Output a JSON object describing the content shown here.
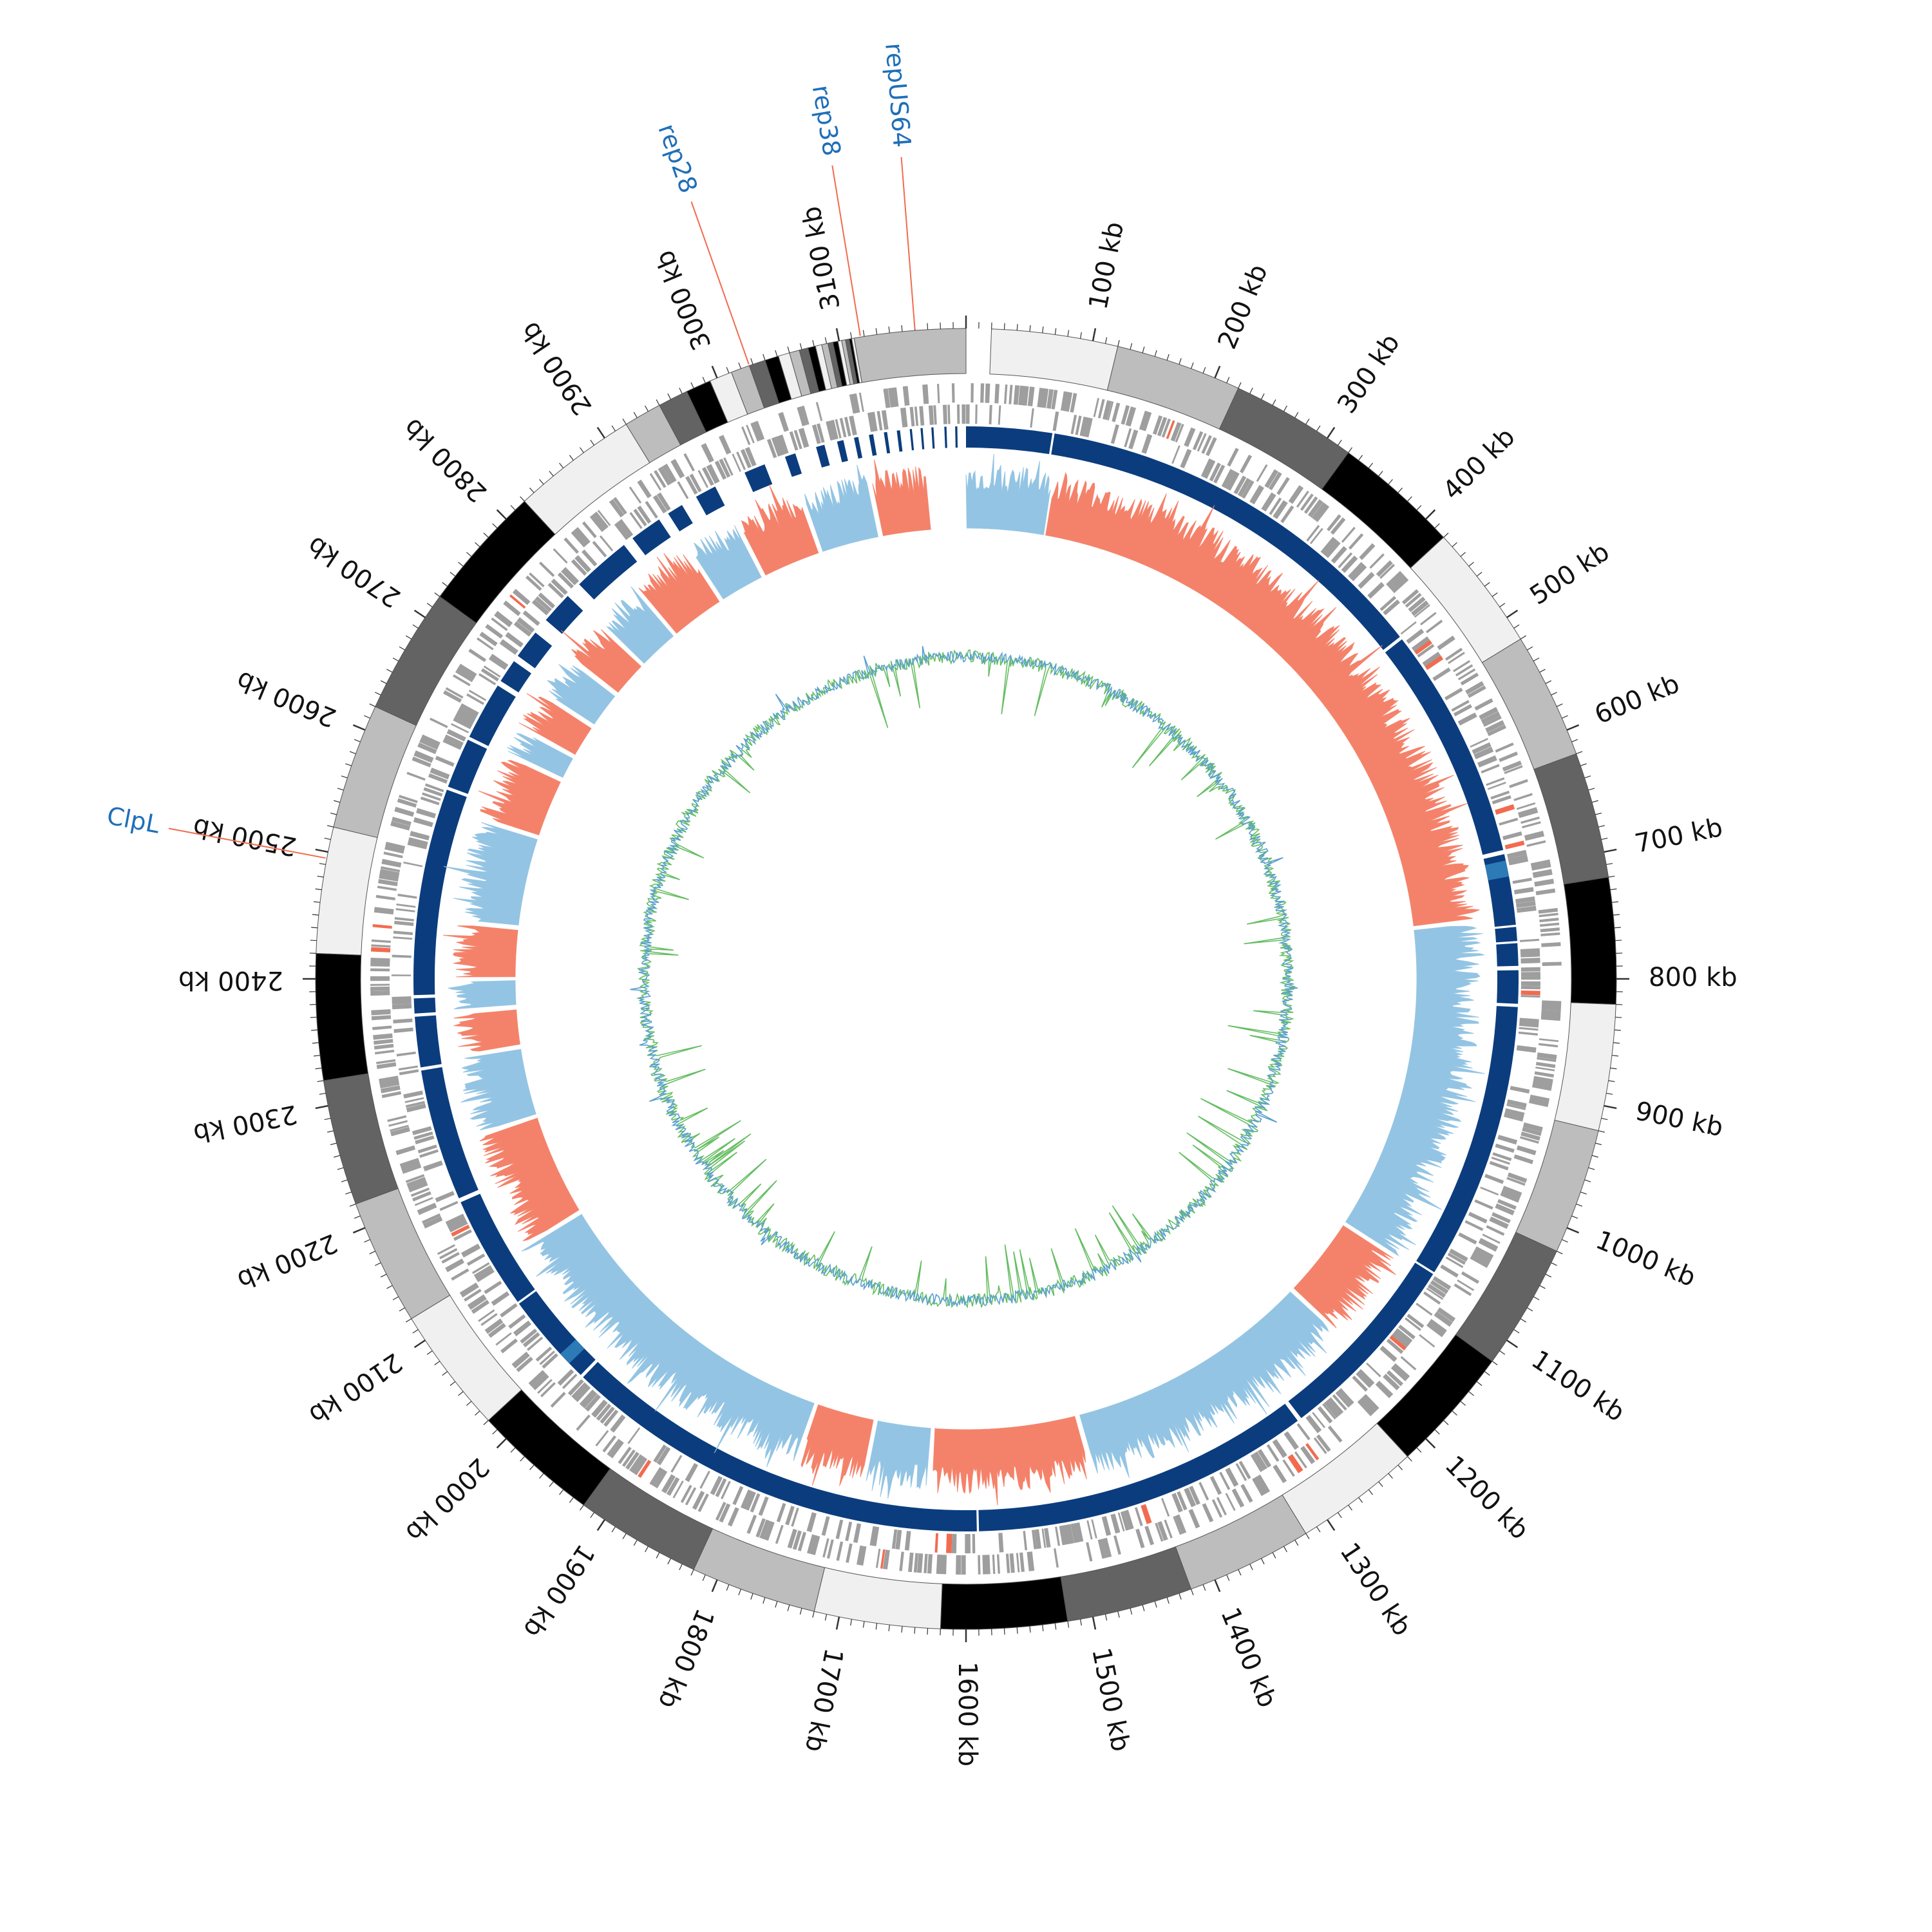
{
  "genome": {
    "length_kb": 3200,
    "tick_labels": [
      "100 kb",
      "200 kb",
      "300 kb",
      "400 kb",
      "500 kb",
      "600 kb",
      "700 kb",
      "800 kb",
      "900 kb",
      "1000 kb",
      "1100 kb",
      "1200 kb",
      "1300 kb",
      "1400 kb",
      "1500 kb",
      "1600 kb",
      "1700 kb",
      "1800 kb",
      "1900 kb",
      "2000 kb",
      "2100 kb",
      "2200 kb",
      "2300 kb",
      "2400 kb",
      "2500 kb",
      "2600 kb",
      "2700 kb",
      "2800 kb",
      "2900 kb",
      "3000 kb",
      "3100 kb"
    ],
    "tick_positions_kb": [
      100,
      200,
      300,
      400,
      500,
      600,
      700,
      800,
      900,
      1000,
      1100,
      1200,
      1300,
      1400,
      1500,
      1600,
      1700,
      1800,
      1900,
      2000,
      2100,
      2200,
      2300,
      2400,
      2500,
      2600,
      2700,
      2800,
      2900,
      3000,
      3100
    ],
    "label_color": "#1f6fb8",
    "label_line_color": "#f26b4f",
    "annotations": [
      {
        "label": "repUS64",
        "position_kb": 3160
      },
      {
        "label": "rep38",
        "position_kb": 3117
      },
      {
        "label": "rep28",
        "position_kb": 3027
      },
      {
        "label": "ClpL",
        "position_kb": 2495
      }
    ]
  },
  "colors": {
    "band_shades": [
      "#f0f0f0",
      "#bdbdbd",
      "#636363",
      "#000000"
    ],
    "gene_gray": "#9e9e9e",
    "gene_highlight": "#f26b4f",
    "contig_blue": "#0b3d7e",
    "contig_accent": "#2c7bb6",
    "positive_blue": "#93c4e3",
    "negative_red": "#f4826a",
    "gc_green": "#66bd63",
    "gc_blue": "#5aa0d0"
  }
}
